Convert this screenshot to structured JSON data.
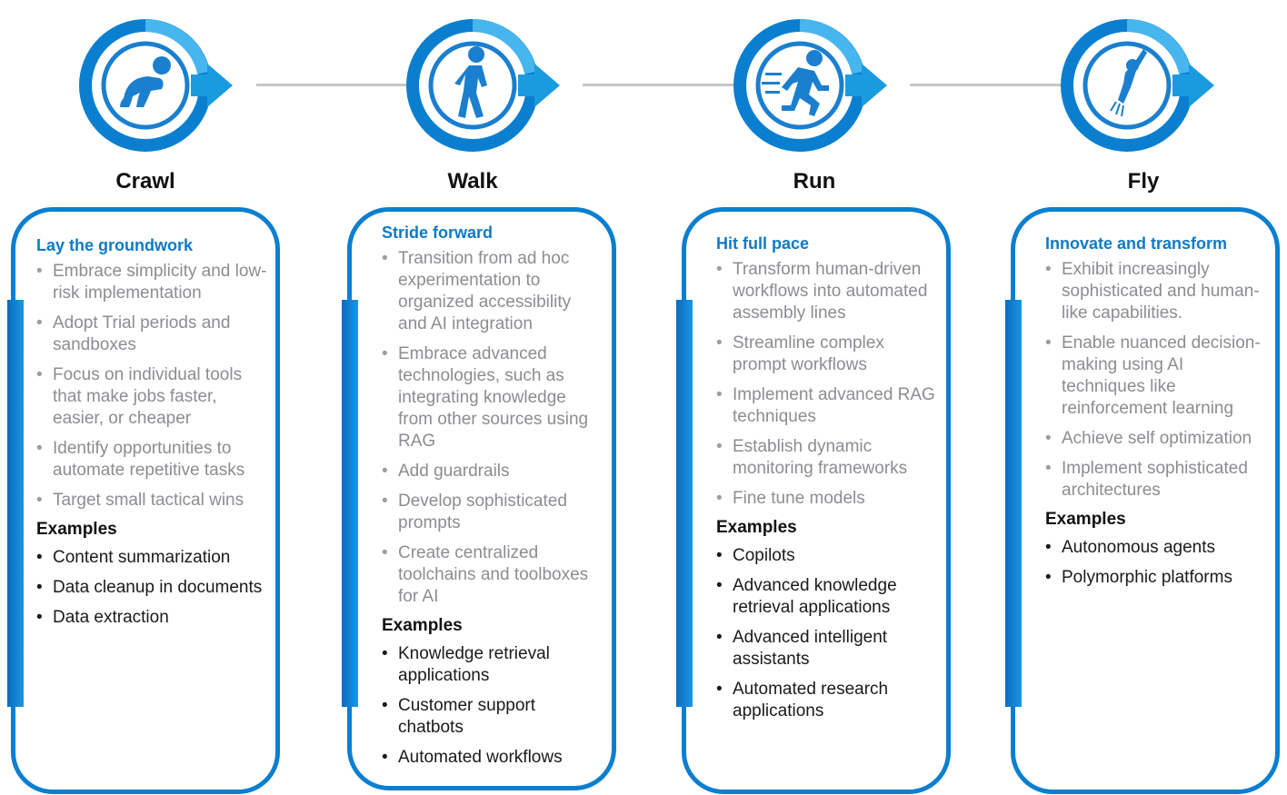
{
  "stages": [
    {
      "title": "Crawl",
      "icon": "crawling-person-icon",
      "heading": "Lay the groundwork",
      "bullets": [
        "Embrace simplicity and low-risk implementation",
        "Adopt Trial periods and sandboxes",
        "Focus on individual tools that make jobs faster, easier, or cheaper",
        "Identify opportunities to automate repetitive tasks",
        "Target small tactical wins"
      ],
      "examples_label": "Examples",
      "examples": [
        "Content summarization",
        "Data cleanup in documents",
        "Data extraction"
      ]
    },
    {
      "title": "Walk",
      "icon": "walking-person-icon",
      "heading": "Stride forward",
      "bullets": [
        "Transition from ad hoc experimentation to organized accessibility and AI integration",
        "Embrace advanced technologies, such as integrating knowledge from other sources using RAG",
        "Add guardrails",
        "Develop sophisticated prompts",
        "Create centralized toolchains and toolboxes for AI"
      ],
      "examples_label": "Examples",
      "examples": [
        "Knowledge retrieval applications",
        "Customer support chatbots",
        "Automated workflows"
      ]
    },
    {
      "title": "Run",
      "icon": "running-person-icon",
      "heading": "Hit full pace",
      "bullets": [
        "Transform human-driven workflows into automated assembly lines",
        "Streamline complex prompt workflows",
        "Implement advanced RAG techniques",
        "Establish dynamic monitoring frameworks",
        "Fine tune models"
      ],
      "examples_label": "Examples",
      "examples": [
        "Copilots",
        "Advanced knowledge retrieval applications",
        "Advanced intelligent assistants",
        "Automated research applications"
      ]
    },
    {
      "title": "Fly",
      "icon": "flying-person-icon",
      "heading": "Innovate and transform",
      "bullets": [
        "Exhibit increasingly sophisticated and human-like capabilities.",
        "Enable nuanced decision-making using AI techniques like reinforcement learning",
        "Achieve self optimization",
        "Implement sophisticated architectures"
      ],
      "examples_label": "Examples",
      "examples": [
        "Autonomous agents",
        "Polymorphic platforms"
      ]
    }
  ],
  "colors": {
    "primary_blue": "#0a7fd0",
    "heading_blue": "#0f7ac5",
    "arrow_blue": "#1a9be0",
    "connector_grey": "#c4c6c9",
    "bullet_grey": "#8a8d91"
  }
}
